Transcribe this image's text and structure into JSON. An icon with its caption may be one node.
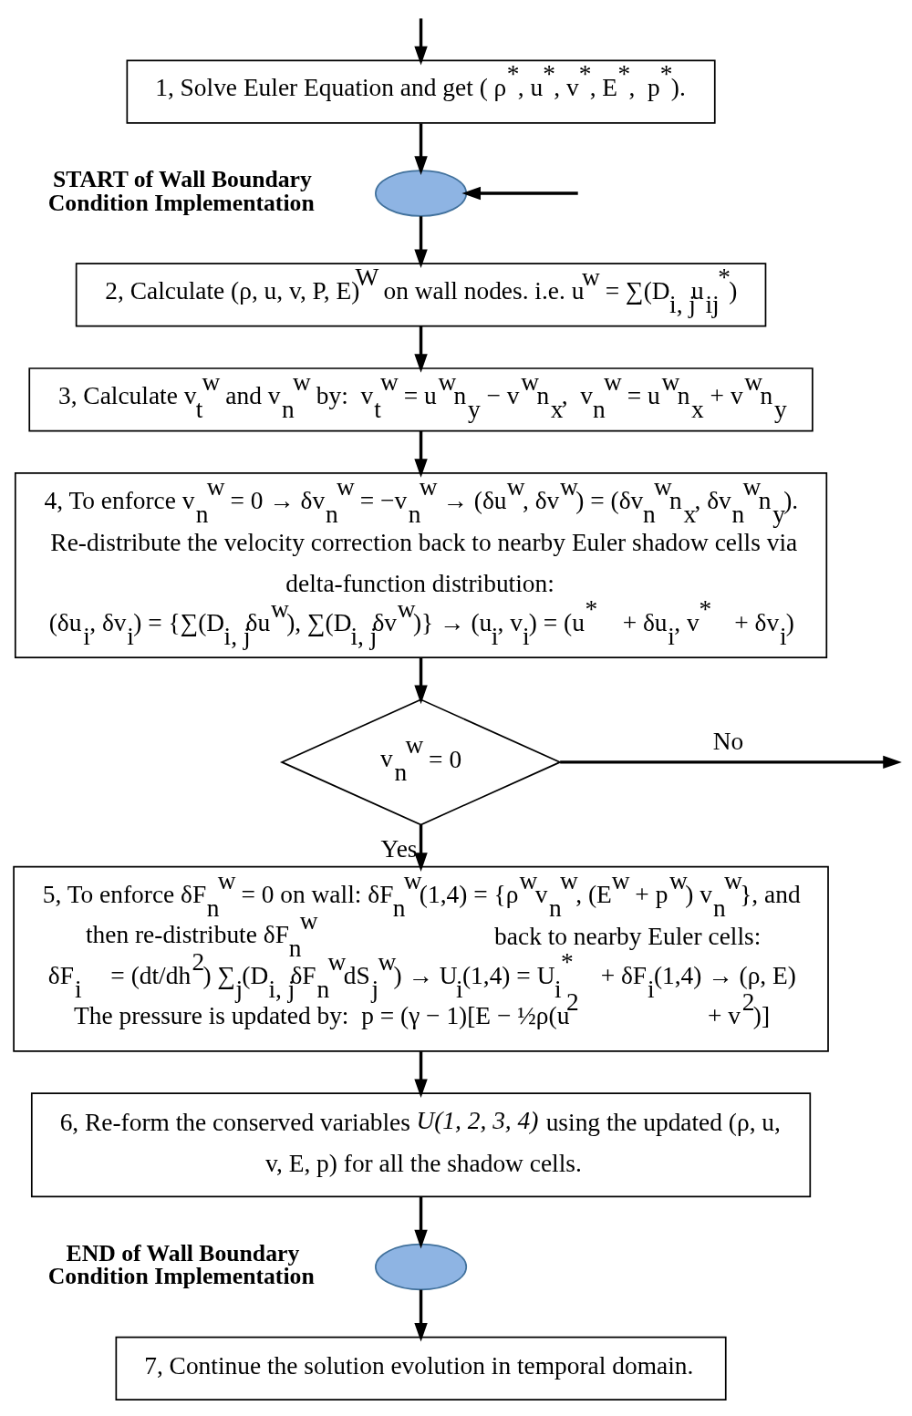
{
  "diagram": {
    "nodes": [
      {
        "text": [
          "1, Solve Euler Equation and get ( ρ$^{*}$, u$^{*}$, v$^{*}$, E$^{*}$,  p$^{*}$)."
        ]
      },
      {
        "text": [],
        "shape": "ellipse",
        "beside": [
          "START of Wall Boundary Condition Implementation"
        ]
      },
      {
        "text": [
          "2, Calculate (ρ, u, v, P, E)$^{W}$ on wall nodes. i.e. u$^{w}$ = ∑(D$_{i, j}$u$_{ij}$$^{*}$)"
        ]
      },
      {
        "text": [
          "3, Calculate v$_{t}$$^{w}$ and v$_{n}$$^{w}$ by:  v$_{t}$$^{w}$ = u$^{w}$n$_{y}$ − v$^{w}$n$_{x}$,  v$_{n}$$^{w}$ = u$^{w}$n$_{x}$ + v$^{w}$n$_{y}$"
        ]
      },
      {
        "text": [
          "4, To enforce v$_{n}$$^{w}$ = 0 → δv$_{n}$$^{w}$ = −v$_{n}$$^{w}$ → (δu$^{w}$, δv$^{w}$) = (δv$_{n}$$^{w}$n$_{x}$, δv$_{n}$$^{w}$n$_{y}$).",
          "Re-distribute the velocity correction back to nearby Euler shadow cells via delta-function distribution:",
          "(δu$_{i}$, δv$_{i}$) = {∑(D$_{i, j}$δu$^{w}$), ∑(D$_{i, j}$δv$^{w}$)} → (u$_{i}$, v$_{i}$) = (u$^{*}$ + δu$_{i}$, v$^{*}$ + δv$_{i}$)"
        ]
      },
      {
        "text": [
          "v$_{n}$$^{w}$ = 0"
        ]
      },
      {
        "text": [
          "5, To enforce δF⃗$_{n}$$^{w}$ = 0 on wall: δF⃗$_{n}$$^{w}$(1,4) = {ρ$^{w}$v⃗$_{n}$$^{w}$, (E$^{w}$ + p$^{w}$) v⃗$_{n}$$^{w}$}, and then re-distribute δF⃗$_{n}$$^{w}$ back to nearby Euler cells:",
          "δF⃗$_{i}$ = (dt/dh$^{2}$) ∑$_{j}$(D$_{i, j}$δF⃗$_{n}$$^{w}$dS$_{j}$$^{w}$) → U$_{i}$(1,4) = U$_{i}$$^{*}$ + δF⃗$_{i}$(1,4) → (ρ, E)",
          "The pressure is updated by:  p = (γ − 1)[E − ½ρ(u$^{2}$ + v$^{2}$)]"
        ]
      },
      {
        "text": [
          "6, Re-form the conserved variables *U(1, 2, 3, 4)* using the updated (ρ, u, v, E, p) for all the shadow cells."
        ]
      },
      {
        "text": [],
        "shape": "ellipse",
        "beside": [
          "END of Wall Boundary Condition Implementation"
        ]
      },
      {
        "text": [
          "7, Continue the solution evolution in temporal domain."
        ]
      }
    ],
    "edges": [
      {
        "from": null,
        "to": 0,
        "arrow": "to"
      },
      {
        "from": 0,
        "to": 1,
        "arrow": "to"
      },
      {
        "from": 1,
        "to": 2,
        "arrow": "to"
      },
      {
        "from": 2,
        "to": 3,
        "arrow": "to"
      },
      {
        "from": 3,
        "to": 4,
        "arrow": "to"
      },
      {
        "from": 4,
        "to": 5,
        "arrow": "to"
      },
      {
        "from": 5,
        "to": null,
        "arrow": "to",
        "label": "No"
      },
      {
        "from": null,
        "to": 1,
        "arrow": "to"
      },
      {
        "from": 5,
        "to": 6,
        "arrow": "to",
        "label": "Yes"
      },
      {
        "from": 6,
        "to": 7,
        "arrow": "to"
      },
      {
        "from": 7,
        "to": 8,
        "arrow": "to"
      },
      {
        "from": 8,
        "to": 9,
        "arrow": "to"
      }
    ]
  }
}
